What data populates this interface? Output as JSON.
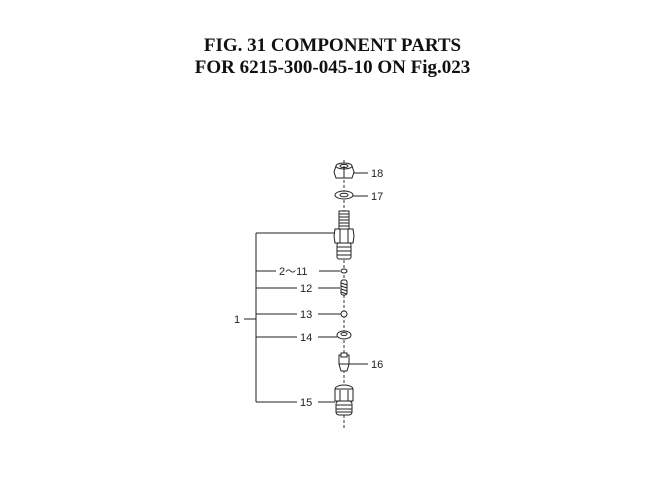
{
  "title": {
    "line1": "FIG. 31  COMPONENT PARTS",
    "line2": "FOR 6215-300-045-10 ON Fig.023"
  },
  "callouts": {
    "c18": "18",
    "c17": "17",
    "c2_11": "2～11",
    "c12": "12",
    "c1": "1",
    "c13": "13",
    "c14": "14",
    "c16": "16",
    "c15": "15"
  }
}
